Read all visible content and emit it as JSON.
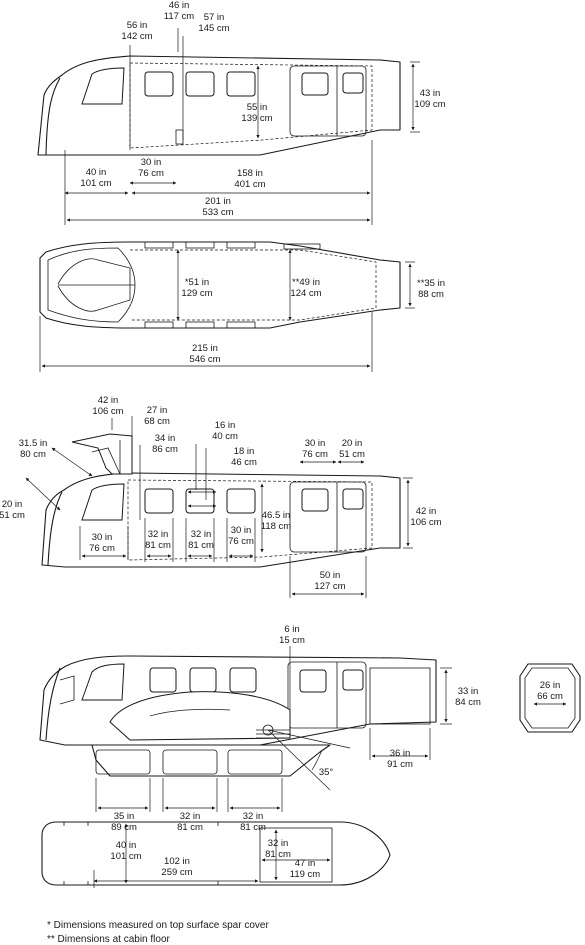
{
  "view1": {
    "d_56": [
      "56 in",
      "142 cm"
    ],
    "d_46": [
      "46 in",
      "117 cm"
    ],
    "d_57": [
      "57 in",
      "145 cm"
    ],
    "d_43": [
      "43 in",
      "109 cm"
    ],
    "d_55": [
      "55 in",
      "139 cm"
    ],
    "d_30": [
      "30 in",
      "76 cm"
    ],
    "d_40": [
      "40 in",
      "101 cm"
    ],
    "d_158": [
      "158 in",
      "401 cm"
    ],
    "d_201": [
      "201 in",
      "533 cm"
    ]
  },
  "view2": {
    "d_51": [
      "*51 in",
      "129 cm"
    ],
    "d_49": [
      "**49 in",
      "124 cm"
    ],
    "d_35": [
      "**35 in",
      "88 cm"
    ],
    "d_215": [
      "215 in",
      "546 cm"
    ]
  },
  "view3": {
    "d_42a": [
      "42 in",
      "106 cm"
    ],
    "d_27": [
      "27 in",
      "68 cm"
    ],
    "d_34": [
      "34 in",
      "86 cm"
    ],
    "d_16": [
      "16 in",
      "40 cm"
    ],
    "d_18": [
      "18 in",
      "46 cm"
    ],
    "d_30top": [
      "30 in",
      "76 cm"
    ],
    "d_20top": [
      "20 in",
      "51 cm"
    ],
    "d_315": [
      "31.5 in",
      "80 cm"
    ],
    "d_20side": [
      "20 in",
      "51 cm"
    ],
    "d_465": [
      "46.5 in",
      "118 cm"
    ],
    "d_42b": [
      "42 in",
      "106 cm"
    ],
    "d_30a": [
      "30 in",
      "76 cm"
    ],
    "d_32a": [
      "32 in",
      "81 cm"
    ],
    "d_32b": [
      "32 in",
      "81 cm"
    ],
    "d_30b": [
      "30 in",
      "76 cm"
    ],
    "d_50": [
      "50 in",
      "127 cm"
    ]
  },
  "view4": {
    "d_6": [
      "6 in",
      "15 cm"
    ],
    "d_33": [
      "33 in",
      "84 cm"
    ],
    "d_26": [
      "26 in",
      "66 cm"
    ],
    "d_36": [
      "36 in",
      "91 cm"
    ],
    "d_35deg": [
      "35°"
    ],
    "d_35": [
      "35 in",
      "89 cm"
    ],
    "d_32a": [
      "32 in",
      "81 cm"
    ],
    "d_32b": [
      "32 in",
      "81 cm"
    ]
  },
  "view5": {
    "d_40": [
      "40 in",
      "101 cm"
    ],
    "d_102": [
      "102 in",
      "259 cm"
    ],
    "d_32": [
      "32 in",
      "81 cm"
    ],
    "d_47": [
      "47 in",
      "119 cm"
    ]
  },
  "footnotes": {
    "note1": "* Dimensions measured on top surface spar cover",
    "note2": "** Dimensions at cabin floor"
  }
}
